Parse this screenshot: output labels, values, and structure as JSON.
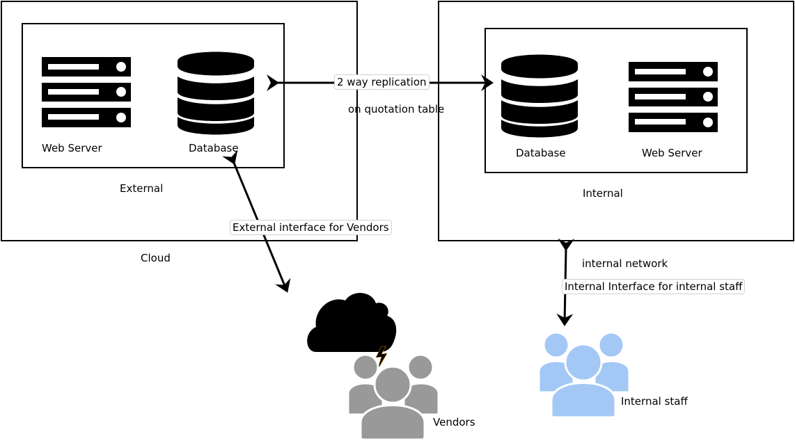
{
  "external_zone": {
    "cloud_label": "Cloud",
    "zone_label": "External",
    "web_server_label": "Web Server",
    "database_label": "Database"
  },
  "internal_zone": {
    "zone_label": "Internal",
    "database_label": "Database",
    "web_server_label": "Web Server"
  },
  "connections": {
    "replication_label": "2 way replication",
    "replication_note": "on quotation table",
    "vendor_interface_label": "External interface for Vendors",
    "internal_network_note": "internal network",
    "internal_interface_label": "Internal Interface for internal staff"
  },
  "actors": {
    "vendors_label": "Vendors",
    "internal_staff_label": "Internal staff"
  },
  "colors": {
    "vendors": "#999999",
    "internal_staff": "#a4c8f5",
    "stroke": "#000000"
  }
}
